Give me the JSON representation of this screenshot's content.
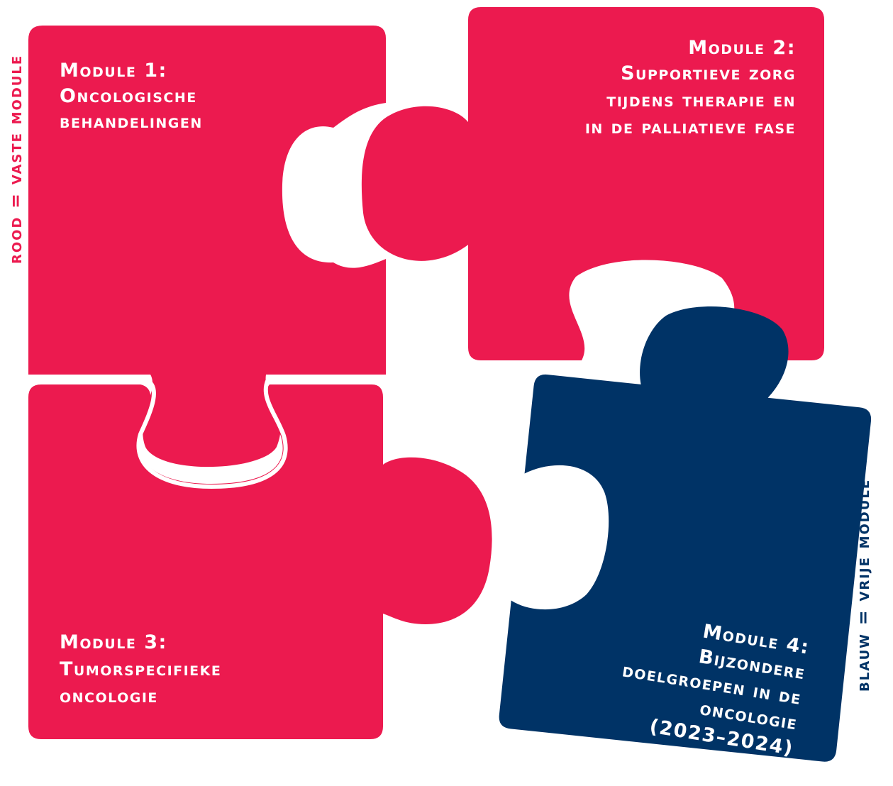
{
  "legend": {
    "red": "rood = vaste module",
    "blue": "blauw = vrije module"
  },
  "colors": {
    "red": "#ec1a4f",
    "blue": "#003366",
    "background": "#ffffff"
  },
  "modules": [
    {
      "title": "Module 1:",
      "lines": [
        "Oncologische",
        "behandelingen"
      ],
      "type": "vaste module"
    },
    {
      "title": "Module 2:",
      "lines": [
        "Supportieve zorg",
        "tijdens therapie en",
        "in de palliatieve fase"
      ],
      "type": "vaste module"
    },
    {
      "title": "Module 3:",
      "lines": [
        "Tumorspecifieke",
        "oncologie"
      ],
      "type": "vaste module"
    },
    {
      "title": "Module 4:",
      "lines": [
        "Bijzondere",
        "doelgroepen in de",
        "oncologie",
        "(2023–2024)"
      ],
      "type": "vrije module"
    }
  ]
}
